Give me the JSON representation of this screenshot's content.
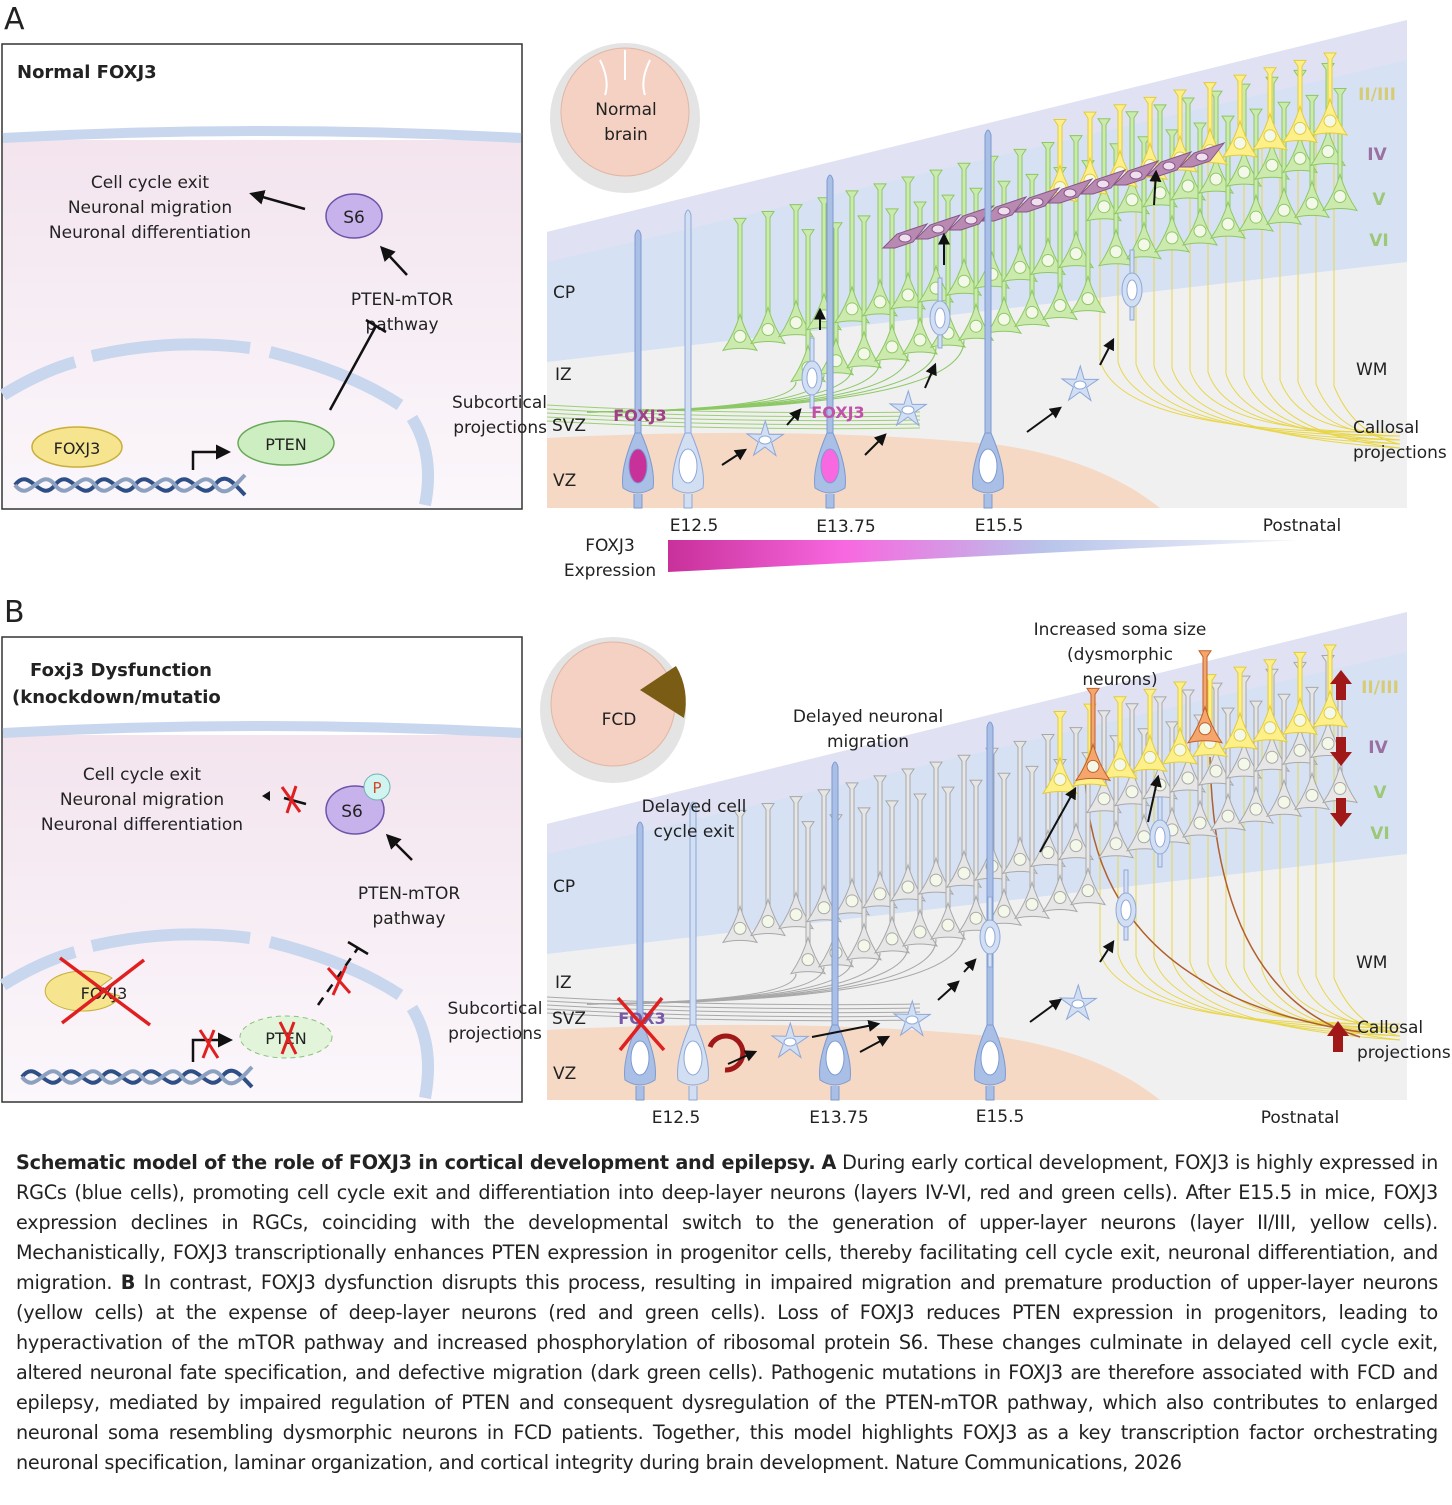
{
  "panel_a": {
    "letter": "A",
    "box_title": "Normal FOXJ3",
    "outcomes": [
      "Cell cycle exit",
      "Neuronal migration",
      "Neuronal differentiation"
    ],
    "s6_label": "S6",
    "pathway": [
      "PTEN-mTOR",
      "pathway"
    ],
    "foxj3_label": "FOXJ3",
    "pten_label": "PTEN",
    "brain_label": [
      "Normal",
      "brain"
    ],
    "zones": {
      "cp": "CP",
      "iz": "IZ",
      "svz": "SVZ",
      "vz": "VZ",
      "wm": "WM"
    },
    "layers": [
      "II/III",
      "IV",
      "V",
      "VI"
    ],
    "subcortical": [
      "Subcortical",
      "projections"
    ],
    "callosal": [
      "Callosal",
      "projections"
    ],
    "cell_foxj3_labels": [
      "FOXJ3",
      "FOXJ3"
    ],
    "timepoints": [
      "E12.5",
      "E13.75",
      "E15.5",
      "Postnatal"
    ],
    "expression_label": [
      "FOXJ3",
      "Expression"
    ]
  },
  "panel_b": {
    "letter": "B",
    "box_title": [
      "Foxj3 Dysfunction",
      "(knockdown/mutatio"
    ],
    "outcomes": [
      "Cell cycle exit",
      "Neuronal migration",
      "Neuronal differentiation"
    ],
    "s6_label": "S6",
    "phospho_label": "P",
    "pathway": [
      "PTEN-mTOR",
      "pathway"
    ],
    "foxj3_label": "FOXJ3",
    "pten_label": "PTEN",
    "brain_label": "FCD",
    "zones": {
      "cp": "CP",
      "iz": "IZ",
      "svz": "SVZ",
      "vz": "VZ",
      "wm": "WM"
    },
    "layers": [
      "II/III",
      "IV",
      "V",
      "VI"
    ],
    "layer_changes": [
      "up",
      "down",
      "none",
      "down"
    ],
    "subcortical": [
      "Subcortical",
      "projections"
    ],
    "callosal": [
      "Callosal",
      "projections"
    ],
    "cell_foxj3_label": "FOX3",
    "annotations": {
      "soma": [
        "Increased soma size",
        "(dysmorphic",
        "neurons)"
      ],
      "migration": [
        "Delayed neuronal",
        "migration"
      ],
      "cell_cycle": [
        "Delayed cell",
        "cycle exit"
      ]
    },
    "timepoints": [
      "E12.5",
      "E13.75",
      "E15.5",
      "Postnatal"
    ]
  },
  "colors": {
    "expression_high": "#c8309a",
    "expression_peak": "#f868e0",
    "expression_low": "#f4f6fb",
    "inhibition_x": "#e02020",
    "layer_change_arrow": "#a01818",
    "fcd_lesion": "#7a5c14"
  },
  "caption": {
    "title": "Schematic model of the role of FOXJ3 in cortical development and epilepsy.",
    "a_label": "A",
    "a_text": "During early cortical development, FOXJ3 is highly expressed in RGCs (blue cells), promoting cell cycle exit and differentiation into deep-layer neurons (layers IV-VI, red and green cells). After E15.5 in mice, FOXJ3 expression declines in RGCs, coinciding with the developmental switch to the generation of upper-layer neurons (layer II/III, yellow cells). Mechanistically, FOXJ3 transcriptionally enhances PTEN expression in progenitor cells, thereby facilitating cell cycle exit, neuronal differentiation, and migration.",
    "b_label": "B",
    "b_text": "In contrast, FOXJ3 dysfunction disrupts this process, resulting in impaired migration and premature production of upper-layer neurons (yellow cells) at the expense of deep-layer neurons (red and green cells). Loss of FOXJ3 reduces PTEN expression in progenitors, leading to hyperactivation of the mTOR pathway and increased phosphorylation of ribosomal protein S6. These changes culminate in delayed cell cycle exit, altered neuronal fate specification, and defective migration (dark green cells). Pathogenic mutations in FOXJ3 are therefore associated with FCD and epilepsy, mediated by impaired regulation of PTEN and consequent dysregulation of the PTEN-mTOR pathway, which also contributes to enlarged neuronal soma resembling dysmorphic neurons in FCD patients. Together, this model highlights FOXJ3 as a key transcription factor orchestrating neuronal specification, laminar organization, and cortical integrity during brain development. Nature Communications, 2026"
  }
}
